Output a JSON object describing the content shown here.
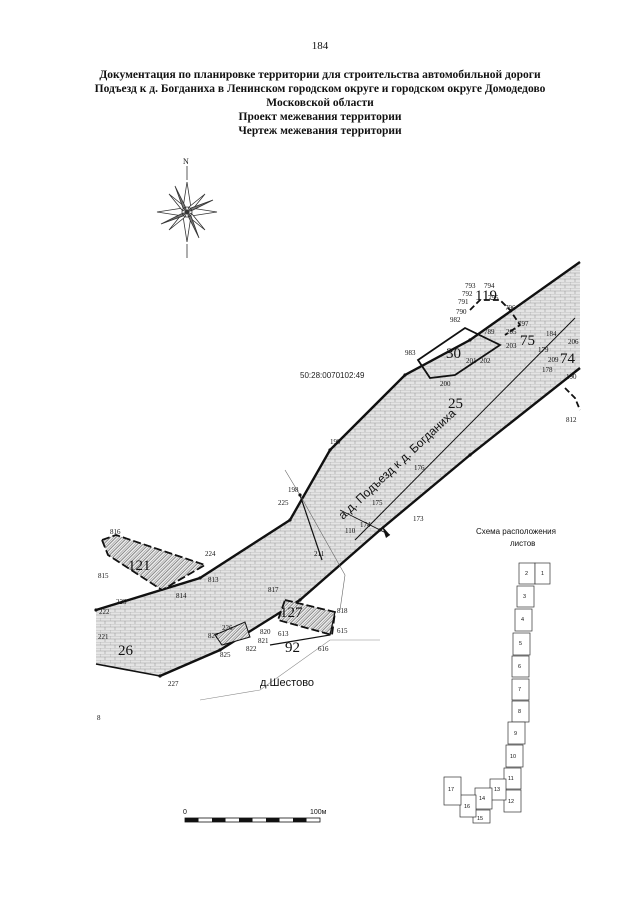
{
  "page": {
    "number": "184"
  },
  "title": {
    "line1": "Документация по планировке территории для строительства автомобильной дороги",
    "line2": "Подъезд к д. Богданиха в Ленинском городском округе и городском округе Домодедово",
    "line3": "Московской области",
    "line4": "Проект межевания территории",
    "line5": "Чертеж межевания территории"
  },
  "map": {
    "north_label": "N",
    "cadastral_number": "50:28:0070102:49",
    "road_name": "а.д. Подъезд к д. Богданиха",
    "village_name": "д.Шестово",
    "parcels": [
      "119",
      "30",
      "75",
      "74",
      "25",
      "121",
      "127",
      "26",
      "92"
    ],
    "point_labels": [
      "793",
      "794",
      "792",
      "791",
      "795",
      "796",
      "982",
      "790",
      "797",
      "205",
      "789",
      "203",
      "184",
      "206",
      "983",
      "201",
      "202",
      "200",
      "179",
      "209",
      "178",
      "199",
      "190",
      "198",
      "812",
      "176",
      "225",
      "175",
      "174",
      "110",
      "173",
      "224",
      "211",
      "816",
      "817",
      "813",
      "815",
      "814",
      "223",
      "818",
      "226",
      "615",
      "827",
      "820",
      "613",
      "821",
      "222",
      "825",
      "822",
      "221",
      "616",
      "227",
      "8"
    ],
    "colors": {
      "road_fill": "#e2e2e2",
      "boundary": "#111111",
      "parcel_hatch": "#555555"
    }
  },
  "scheme": {
    "title_line1": "Схема расположения",
    "title_line2": "листов",
    "sheets": [
      "2",
      "1",
      "3",
      "4",
      "5",
      "6",
      "7",
      "8",
      "9",
      "10",
      "11",
      "12",
      "13",
      "14",
      "15",
      "16",
      "17"
    ]
  },
  "scale": {
    "start_label": "0",
    "end_label": "100м"
  }
}
